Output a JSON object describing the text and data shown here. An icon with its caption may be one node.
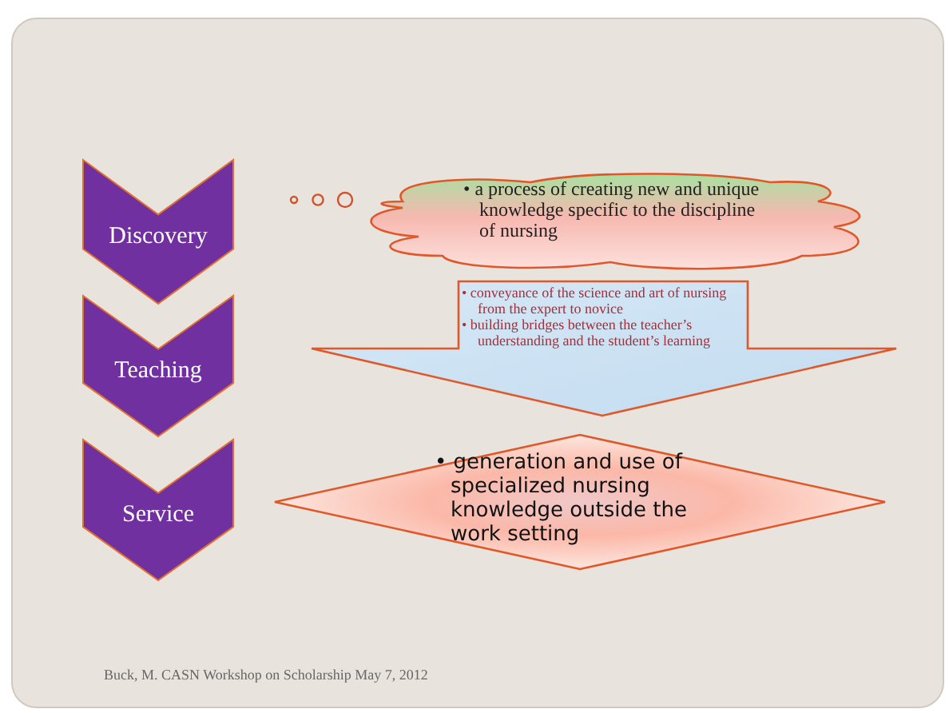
{
  "diagram": {
    "nodes": [
      {
        "text": [
          "Discovery"
        ]
      },
      {
        "text": [
          "Teaching"
        ]
      },
      {
        "text": [
          "Service"
        ]
      },
      {
        "text": [
          "• a process of creating new and unique knowledge specific to the discipline of nursing"
        ]
      },
      {
        "text": [
          "• conveyance of the science and art of nursing from the expert to novice",
          "• building bridges between the teacher’s understanding and the student’s learning"
        ]
      },
      {
        "text": [
          "• generation and use of specialized nursing knowledge outside the work setting"
        ]
      }
    ],
    "labels": [
      "Buck, M. CASN Workshop on Scholarship May 7, 2012"
    ]
  }
}
